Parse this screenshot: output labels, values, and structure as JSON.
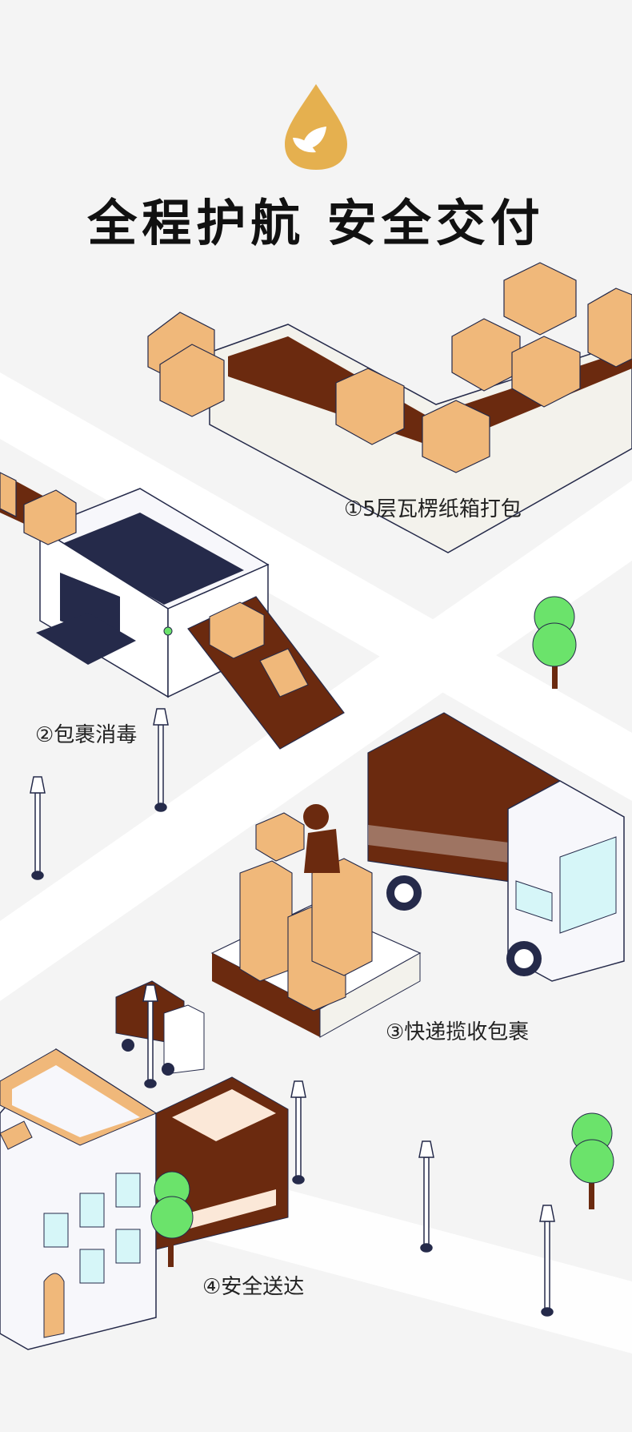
{
  "header": {
    "logo_icon": "leaf-drop-icon",
    "title": "全程护航  安全交付"
  },
  "steps": [
    {
      "label": "①5层瓦楞纸箱打包",
      "icon": "conveyor-boxes-icon"
    },
    {
      "label": "②包裹消毒",
      "icon": "disinfection-machine-icon"
    },
    {
      "label": "③快递揽收包裹",
      "icon": "courier-truck-icon"
    },
    {
      "label": "④安全送达",
      "icon": "building-icon"
    }
  ],
  "colors": {
    "background": "#f4f4f4",
    "road": "#ffffff",
    "brown": "#6b2a0f",
    "box": "#f0b87a",
    "navy": "#252a4a",
    "gold": "#e5b04f",
    "tree": "#6be36b"
  }
}
